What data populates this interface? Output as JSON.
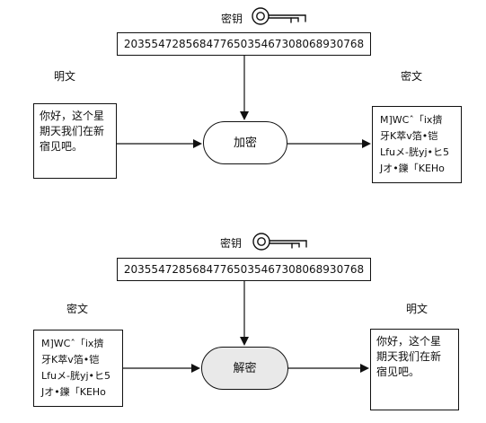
{
  "encryption": {
    "key_label": "密钥",
    "key_value": "20355472856847765035467308068930768",
    "input_label": "明文",
    "input_lines": [
      "你好，这个星",
      "期天我们在新",
      "宿见吧。"
    ],
    "process_label": "加密",
    "output_label": "密文",
    "output_lines": [
      "M]WCˆ「ix擠",
      "牙K萃v箔•铠",
      "Lfuメ-胱yj•ヒ5",
      "Jオ•鑠「KEHo"
    ]
  },
  "decryption": {
    "key_label": "密钥",
    "key_value": "20355472856847765035467308068930768",
    "input_label": "密文",
    "input_lines": [
      "M]WCˆ「ix擠",
      "牙K萃v箔•铠",
      "Lfuメ-胱yj•ヒ5",
      "Jオ•鑠「KEHo"
    ],
    "process_label": "解密",
    "output_label": "明文",
    "output_lines": [
      "你好，这个星",
      "期天我们在新",
      "宿见吧。"
    ]
  },
  "icons": {
    "key": "key-icon",
    "arrow": "arrow-icon"
  },
  "colors": {
    "stroke": "#111111",
    "decrypt_fill": "#e9e9e9",
    "encrypt_fill": "#ffffff"
  }
}
